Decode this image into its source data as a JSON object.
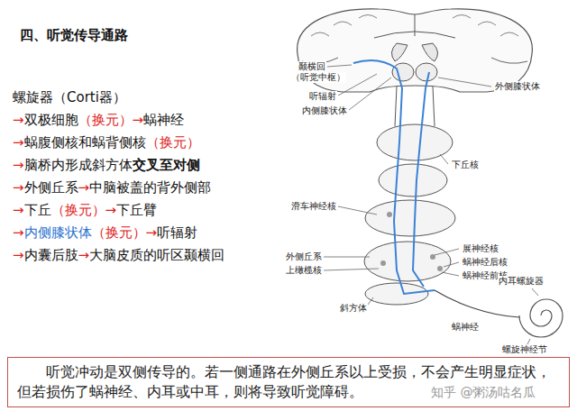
{
  "diagram": {
    "title": "四、听觉传导通路",
    "nodes": [
      {
        "text": [
          "听觉冲动是双侧传导的。若一侧通路在外侧丘系以上受损，不会产生明显症状，但若损伤了蜗神经、内耳或中耳，则将导致听觉障碍。"
        ]
      }
    ],
    "labels": [
      "螺旋器（Corti器）",
      "→",
      "双极细胞",
      "（换元）",
      "→",
      "蜗神经",
      "→",
      "蜗腹侧核和蜗背侧核",
      "（换元）",
      "→",
      "脑桥内形成斜方体",
      "交叉至对侧",
      "→",
      "外侧丘系",
      "→",
      "中脑被盖的背外侧部",
      "→",
      "下丘",
      "（换元）",
      "→",
      "下丘臂",
      "→",
      "内侧膝状体",
      "（换元）",
      "→",
      "听辐射",
      "→",
      "内囊后肢",
      "→",
      "大脑皮质的听区颞横回",
      "颞横回",
      "（听觉中枢）",
      "听辐射",
      "内侧膝状体",
      "外侧膝状体",
      "下丘核",
      "滑车神经核",
      "外侧丘系",
      "上橄榄核",
      "斜方体",
      "展神经核",
      "蜗神经后核",
      "蜗神经前核",
      "内耳螺旋器",
      "蜗神经",
      "螺旋神经节",
      "知乎 @粥汤咕名瓜"
    ]
  }
}
